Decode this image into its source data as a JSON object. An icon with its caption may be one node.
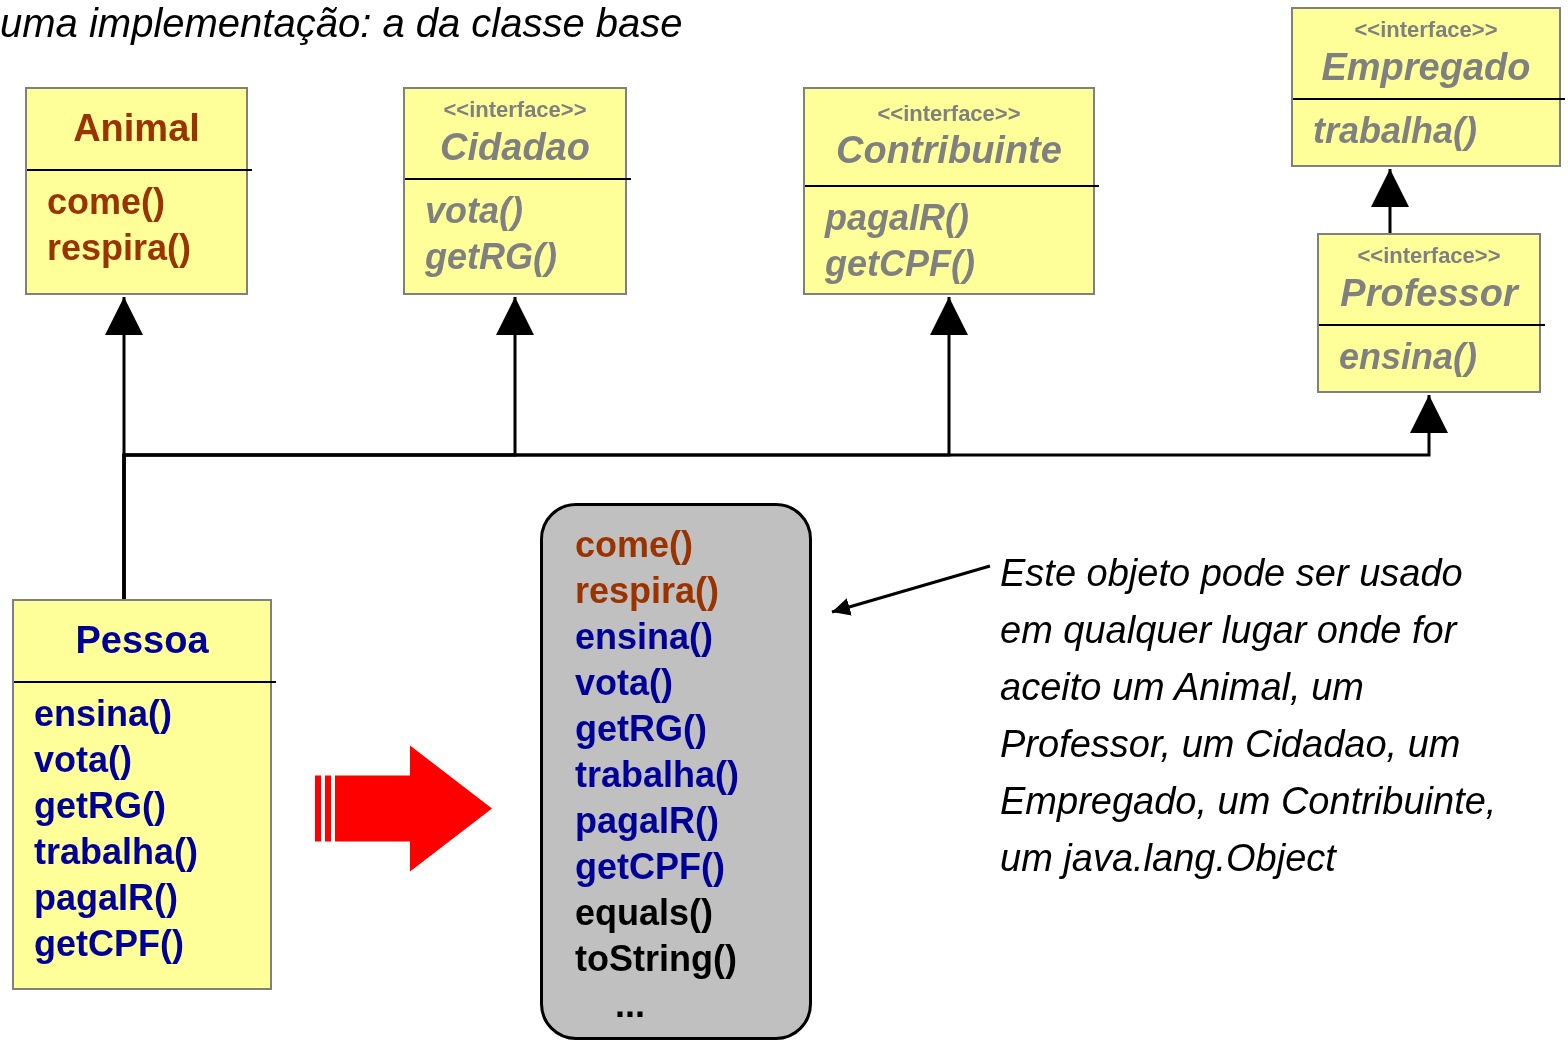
{
  "diagram": {
    "nodes": [
      {
        "text": [
          "Animal",
          "come()",
          "respira()"
        ]
      },
      {
        "text": [
          "<<interface>>",
          "Cidadao",
          "vota()",
          "getRG()"
        ]
      },
      {
        "text": [
          "<<interface>>",
          "Contribuinte",
          "pagaIR()",
          "getCPF()"
        ]
      },
      {
        "text": [
          "<<interface>>",
          "Empregado",
          "trabalha()"
        ]
      },
      {
        "text": [
          "<<interface>>",
          "Professor",
          "ensina()"
        ]
      },
      {
        "text": [
          "Pessoa",
          "ensina()",
          "vota()",
          "getRG()",
          "trabalha()",
          "pagaIR()",
          "getCPF()"
        ]
      },
      {
        "text": [
          "come()",
          "respira()",
          "ensina()",
          "vota()",
          "getRG()",
          "trabalha()",
          "pagaIR()",
          "getCPF()",
          "equals()",
          "toString()",
          "..."
        ]
      },
      {
        "text": [
          "Este objeto pode ser usado em qualquer lugar onde for aceito um Animal, um Professor, um Cidadao, um Empregado, um Contribuinte, um java.lang.Object"
        ]
      }
    ],
    "edges": [
      {
        "from": 5,
        "to": 0,
        "arrow": "to"
      },
      {
        "from": 5,
        "to": 1,
        "arrow": "to"
      },
      {
        "from": 5,
        "to": 2,
        "arrow": "to"
      },
      {
        "from": 5,
        "to": 4,
        "arrow": "to"
      },
      {
        "from": 4,
        "to": 3,
        "arrow": "to"
      },
      {
        "from": 7,
        "to": 6,
        "arrow": "to"
      },
      {
        "from": 5,
        "to": 6,
        "arrow": "to",
        "style": "thick",
        "color": "#ff0000"
      }
    ],
    "labels": [
      "uma implementação: a da classe base"
    ]
  }
}
